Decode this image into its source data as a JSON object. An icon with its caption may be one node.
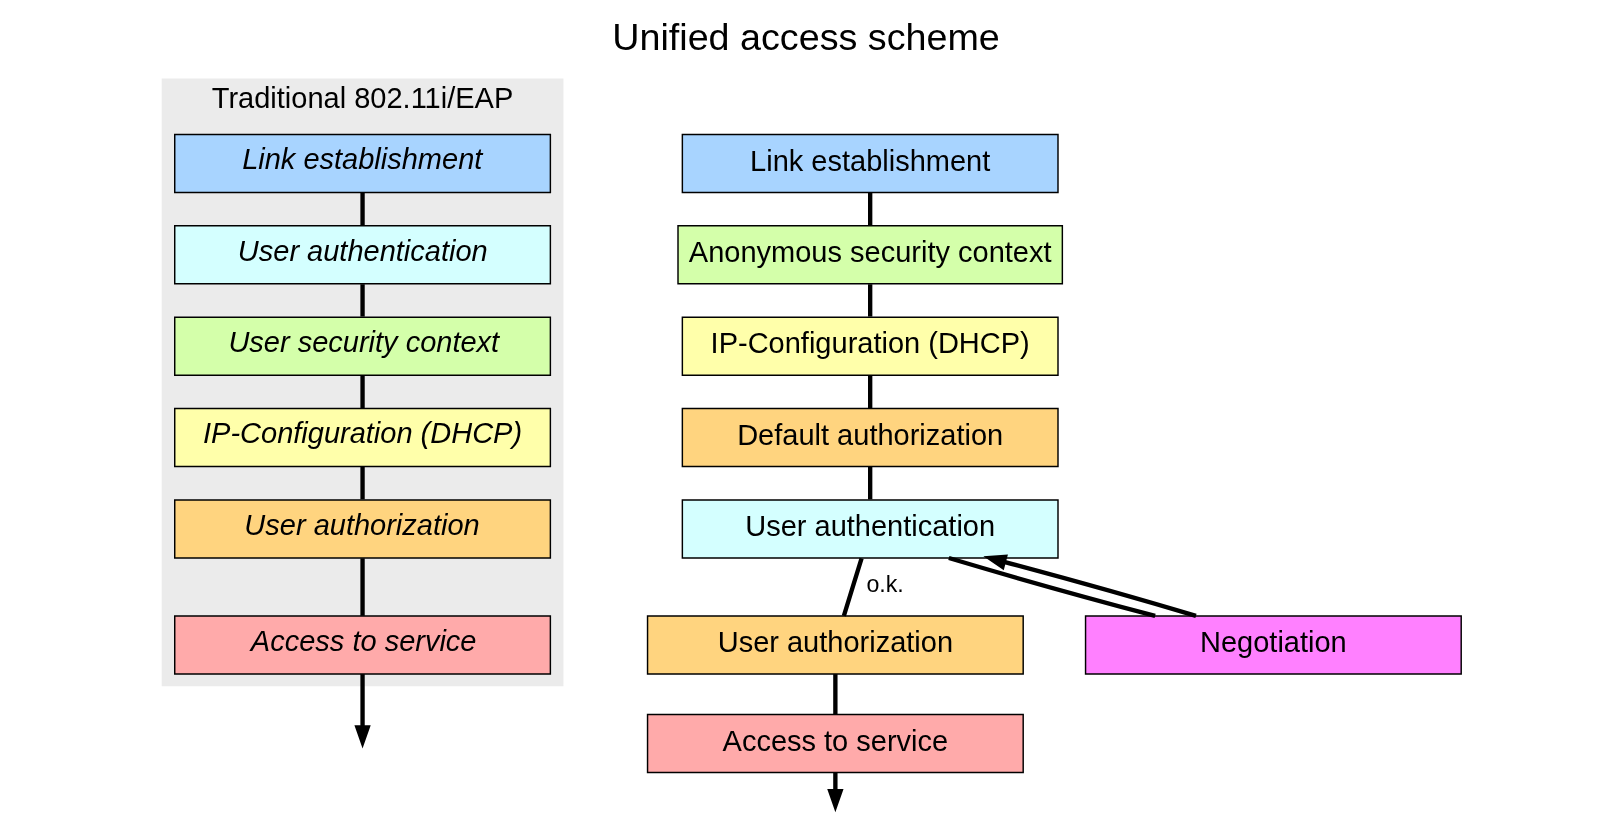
{
  "diagram": {
    "title": "Unified access scheme",
    "nodes": [
      {
        "text": [
          "Traditional 802.11i/EAP"
        ]
      },
      {
        "text": [
          "Link establishment"
        ],
        "in": 0
      },
      {
        "text": [
          "User authentication"
        ],
        "in": 0
      },
      {
        "text": [
          "User security context"
        ],
        "in": 0
      },
      {
        "text": [
          "IP-Configuration (DHCP)"
        ],
        "in": 0
      },
      {
        "text": [
          "User authorization"
        ],
        "in": 0
      },
      {
        "text": [
          "Access to service"
        ],
        "in": 0
      },
      {
        "text": [
          "Link establishment"
        ]
      },
      {
        "text": [
          "Anonymous security context"
        ]
      },
      {
        "text": [
          "IP-Configuration (DHCP)"
        ]
      },
      {
        "text": [
          "Default authorization"
        ]
      },
      {
        "text": [
          "User authentication"
        ]
      },
      {
        "text": [
          "User authorization"
        ]
      },
      {
        "text": [
          "Access to service"
        ]
      },
      {
        "text": [
          "Negotiation"
        ]
      }
    ],
    "edges": [
      {
        "from": 1,
        "to": 2,
        "arrow": "none"
      },
      {
        "from": 2,
        "to": 3,
        "arrow": "none"
      },
      {
        "from": 3,
        "to": 4,
        "arrow": "none"
      },
      {
        "from": 4,
        "to": 5,
        "arrow": "none"
      },
      {
        "from": 5,
        "to": 6,
        "arrow": "none"
      },
      {
        "from": 6,
        "to": null,
        "arrow": "to"
      },
      {
        "from": 7,
        "to": 8,
        "arrow": "none"
      },
      {
        "from": 8,
        "to": 9,
        "arrow": "none"
      },
      {
        "from": 9,
        "to": 10,
        "arrow": "none"
      },
      {
        "from": 10,
        "to": 11,
        "arrow": "none"
      },
      {
        "from": 11,
        "to": 12,
        "arrow": "none",
        "label": "o.k."
      },
      {
        "from": 11,
        "to": 14,
        "arrow": "none"
      },
      {
        "from": 12,
        "to": 13,
        "arrow": "none"
      },
      {
        "from": 13,
        "to": null,
        "arrow": "to"
      },
      {
        "from": 14,
        "to": 11,
        "arrow": "to"
      }
    ]
  }
}
